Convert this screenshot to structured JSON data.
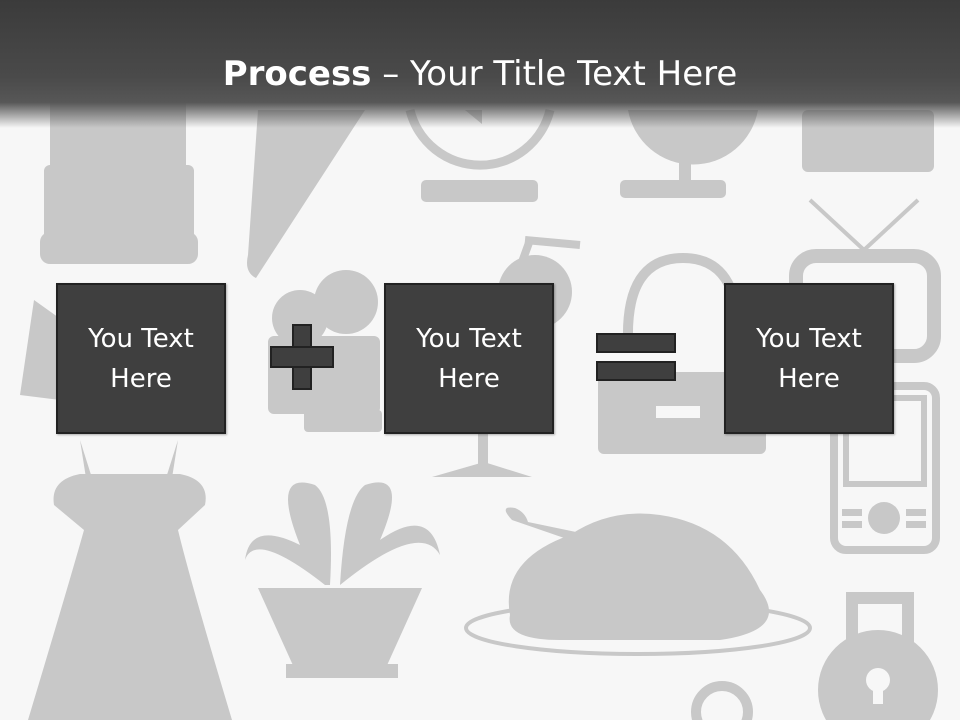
{
  "title": {
    "bold": "Process",
    "rest": " – Your Title Text Here"
  },
  "boxes": [
    {
      "text": "You Text Here"
    },
    {
      "text": "You Text Here"
    },
    {
      "text": "You Text Here"
    }
  ],
  "operators": [
    "plus",
    "equals"
  ],
  "background_icons": [
    "cake-icon",
    "ice-cream-cone-icon",
    "alarm-clock-icon",
    "globe-icon",
    "tv-icon",
    "drink-icon",
    "handbag-icon",
    "phone-icon",
    "dress-icon",
    "plant-icon",
    "roast-turkey-icon",
    "padlock-icon",
    "book-icon",
    "video-camera-icon"
  ],
  "colors": {
    "box": "#3f3f3f",
    "border": "#222222",
    "icons": "#c8c8c8",
    "header": "#3b3b3b",
    "text": "#ffffff"
  }
}
